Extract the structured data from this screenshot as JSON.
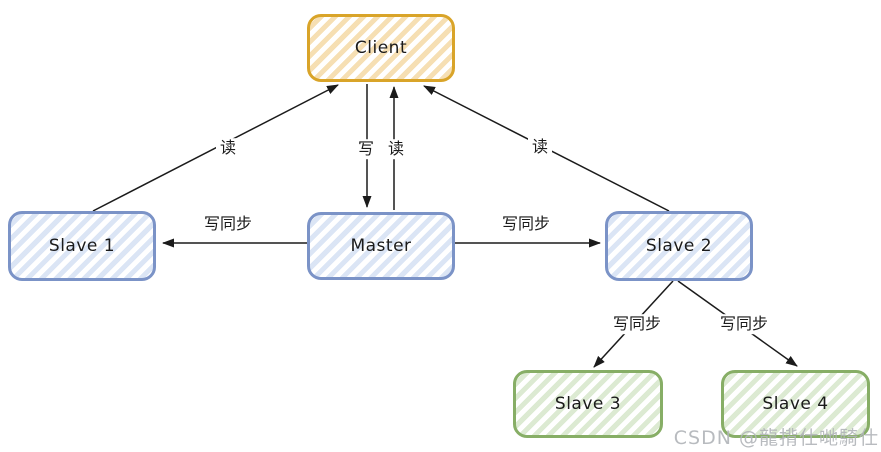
{
  "diagram": {
    "nodes": {
      "client": {
        "label": "Client"
      },
      "slave1": {
        "label": "Slave 1"
      },
      "master": {
        "label": "Master"
      },
      "slave2": {
        "label": "Slave 2"
      },
      "slave3": {
        "label": "Slave 3"
      },
      "slave4": {
        "label": "Slave 4"
      }
    },
    "edge_labels": {
      "read_left": "读",
      "write_center": "写",
      "read_center": "读",
      "read_right": "读",
      "sync_master_slave1": "写同步",
      "sync_master_slave2": "写同步",
      "sync_slave2_slave3": "写同步",
      "sync_slave2_slave4": "写同步"
    },
    "colors": {
      "client_border": "#d9a429",
      "client_stripe": "#f6dfb3",
      "blue_border": "#7b93c7",
      "blue_stripe": "#dbe5f5",
      "green_border": "#87ae66",
      "green_stripe": "#dcead2",
      "arrow": "#1b1b1b"
    }
  },
  "watermark": {
    "text": "CSDN @龍揹仕哋騎仕"
  }
}
